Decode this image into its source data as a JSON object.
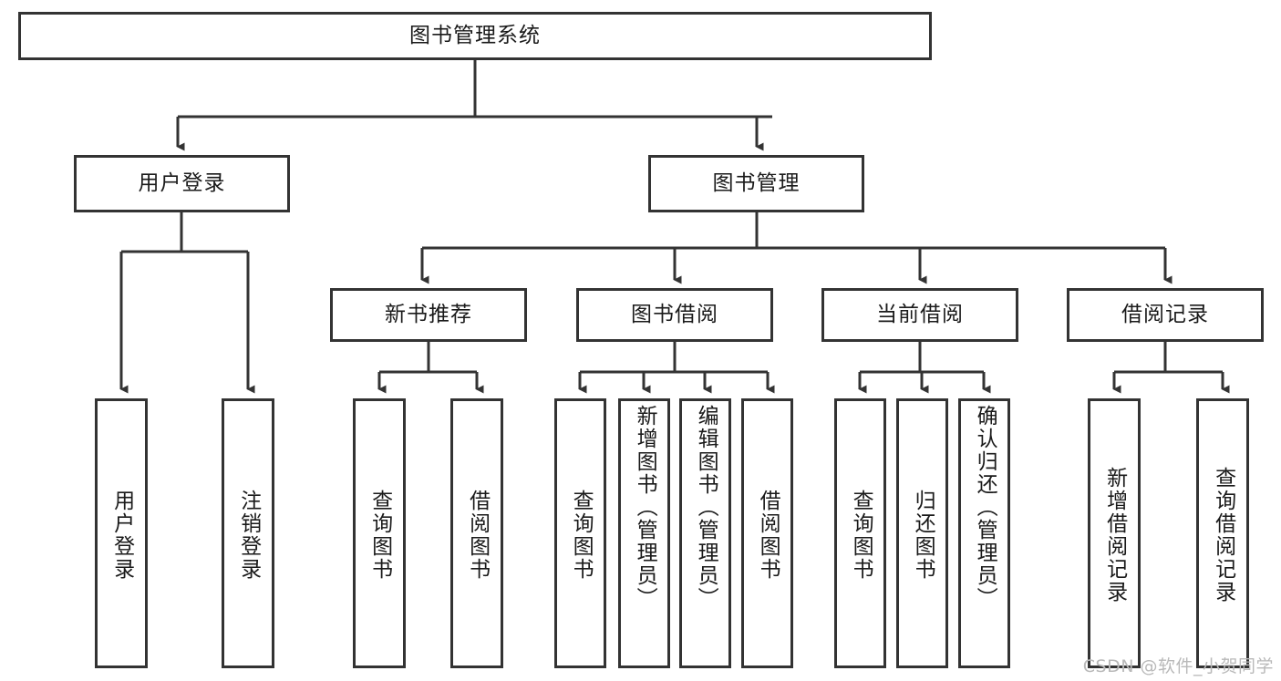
{
  "diagram": {
    "type": "tree-hierarchy",
    "title": "图书管理系统",
    "root": {
      "id": "root",
      "label": "图书管理系统"
    },
    "level2": [
      {
        "id": "user-login",
        "label": "用户登录"
      },
      {
        "id": "book-management",
        "label": "图书管理"
      }
    ],
    "level3": [
      {
        "id": "new-book-recommend",
        "label": "新书推荐",
        "parent": "book-management"
      },
      {
        "id": "book-borrow",
        "label": "图书借阅",
        "parent": "book-management"
      },
      {
        "id": "current-borrow",
        "label": "当前借阅",
        "parent": "book-management"
      },
      {
        "id": "borrow-record",
        "label": "借阅记录",
        "parent": "book-management"
      }
    ],
    "leaves": {
      "user_login": [
        {
          "id": "leaf-user-login",
          "label": "用户登录"
        },
        {
          "id": "leaf-logout-login",
          "label": "注销登录"
        }
      ],
      "new_book_recommend": [
        {
          "id": "leaf-query-book-1",
          "label": "查询图书"
        },
        {
          "id": "leaf-borrow-book-1",
          "label": "借阅图书"
        }
      ],
      "book_borrow": [
        {
          "id": "leaf-query-book-2",
          "label": "查询图书"
        },
        {
          "id": "leaf-add-book",
          "label": "新增图书（管理员）"
        },
        {
          "id": "leaf-edit-book",
          "label": "编辑图书（管理员）"
        },
        {
          "id": "leaf-borrow-book-2",
          "label": "借阅图书"
        }
      ],
      "current_borrow": [
        {
          "id": "leaf-query-book-3",
          "label": "查询图书"
        },
        {
          "id": "leaf-return-book",
          "label": "归还图书"
        },
        {
          "id": "leaf-confirm-return",
          "label": "确认归还（管理员）"
        }
      ],
      "borrow_record": [
        {
          "id": "leaf-add-record",
          "label": "新增借阅记录"
        },
        {
          "id": "leaf-query-record",
          "label": "查询借阅记录"
        }
      ]
    },
    "watermark": "CSDN @软件_小贺同学",
    "colors": {
      "border": "#333333",
      "background": "#ffffff",
      "text": "#1a1a1a",
      "watermark": "#b9b9b9"
    }
  }
}
